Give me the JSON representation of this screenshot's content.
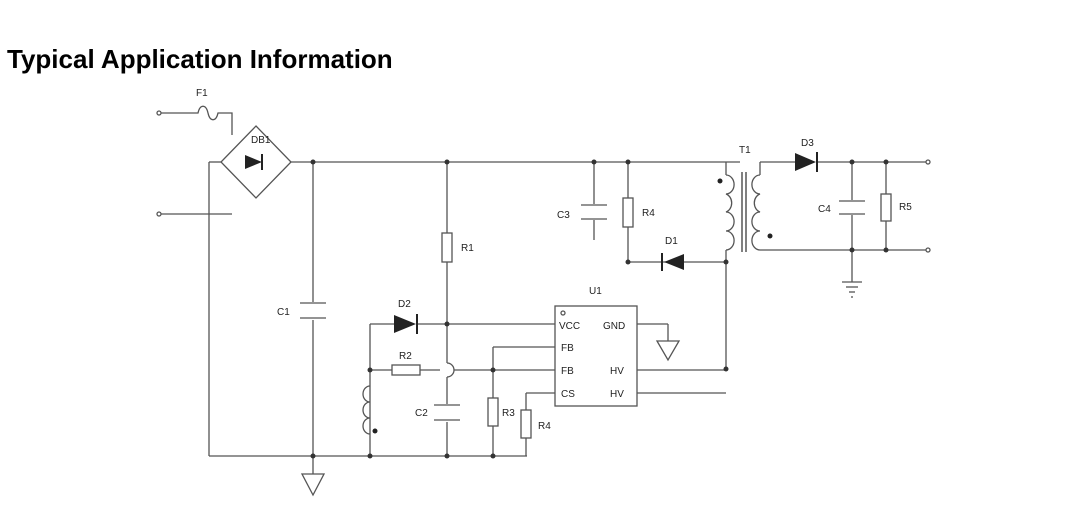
{
  "title": "Typical Application Information",
  "labels": {
    "F1": "F1",
    "DB1": "DB1",
    "T1": "T1",
    "D3": "D3",
    "C3": "C3",
    "R4_top": "R4",
    "D1": "D1",
    "C4": "C4",
    "R5": "R5",
    "R1": "R1",
    "U1": "U1",
    "C1": "C1",
    "D2": "D2",
    "R2": "R2",
    "C2": "C2",
    "R3": "R3",
    "R4_bottom": "R4"
  },
  "pins": {
    "vcc": "VCC",
    "gnd": "GND",
    "fb1": "FB",
    "fb2": "FB",
    "hv1": "HV",
    "cs": "CS",
    "hv2": "HV"
  }
}
